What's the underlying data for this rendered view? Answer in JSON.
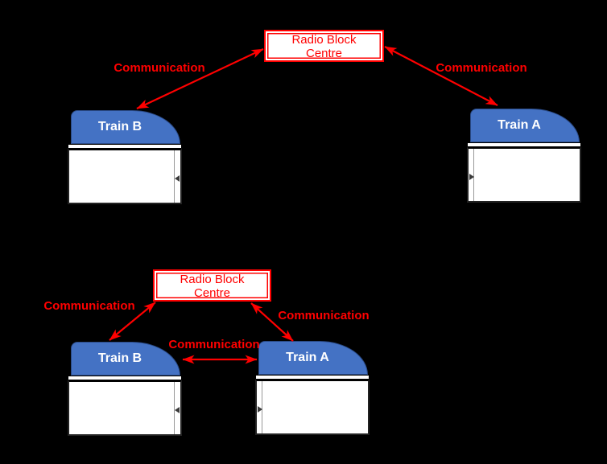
{
  "diagram": {
    "colors": {
      "accent_red": "#FF0000",
      "train_blue": "#4472C4",
      "train_blue_border": "#2A4A86",
      "box_fill": "#FFFFFF",
      "background": "#000000"
    },
    "scenario_top": {
      "rbc": {
        "line1": "Radio Block",
        "line2": "Centre"
      },
      "left_link_label": "Communication",
      "right_link_label": "Communication",
      "train_left": {
        "name": "Train B"
      },
      "train_right": {
        "name": "Train A"
      }
    },
    "scenario_bottom": {
      "rbc": {
        "line1": "Radio Block",
        "line2": "Centre"
      },
      "left_link_label": "Communication",
      "right_link_label": "Communication",
      "train_to_train_label": "Communication",
      "train_left": {
        "name": "Train B"
      },
      "train_right": {
        "name": "Train A"
      }
    }
  }
}
